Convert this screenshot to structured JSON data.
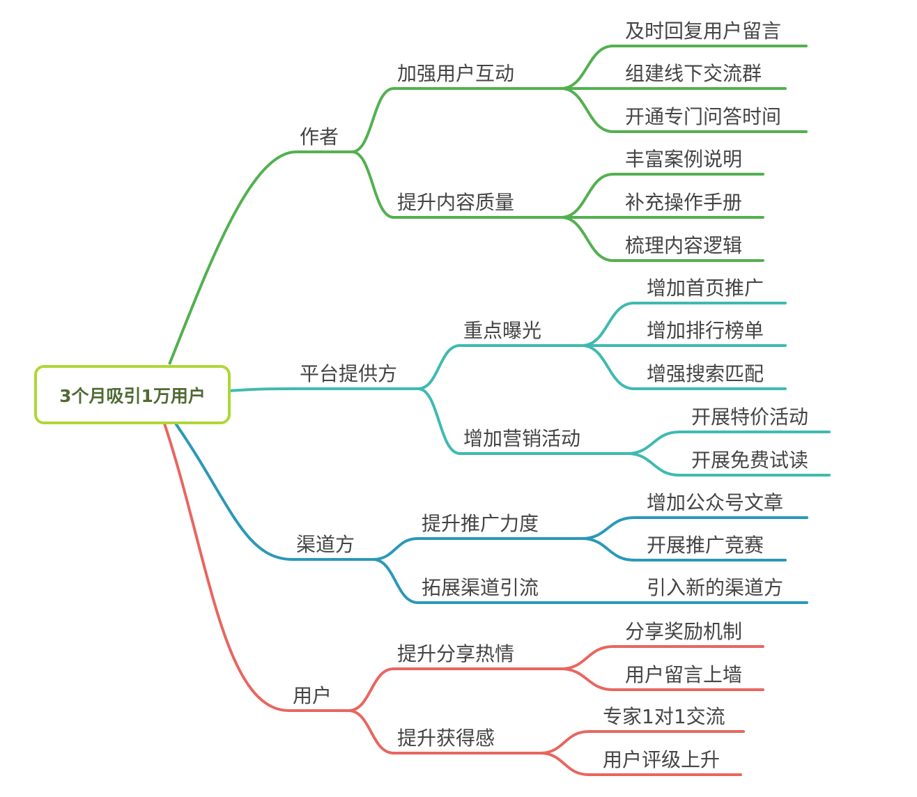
{
  "root": {
    "label": "3个月吸引1万用户",
    "color": "#aed636"
  },
  "branches": [
    {
      "label": "作者",
      "color": "#52b04f",
      "children": [
        {
          "label": "加强用户互动",
          "children": [
            "及时回复用户留言",
            "组建线下交流群",
            "开通专门问答时间"
          ]
        },
        {
          "label": "提升内容质量",
          "children": [
            "丰富案例说明",
            "补充操作手册",
            "梳理内容逻辑"
          ]
        }
      ]
    },
    {
      "label": "平台提供方",
      "color": "#3fbab0",
      "children": [
        {
          "label": "重点曝光",
          "children": [
            "增加首页推广",
            "增加排行榜单",
            "增强搜索匹配"
          ]
        },
        {
          "label": "增加营销活动",
          "children": [
            "开展特价活动",
            "开展免费试读"
          ]
        }
      ]
    },
    {
      "label": "渠道方",
      "color": "#2a98b8",
      "children": [
        {
          "label": "提升推广力度",
          "children": [
            "增加公众号文章",
            "开展推广竞赛"
          ]
        },
        {
          "label": "拓展渠道引流",
          "children": [
            "引入新的渠道方"
          ]
        }
      ]
    },
    {
      "label": "用户",
      "color": "#e8665f",
      "children": [
        {
          "label": "提升分享热情",
          "children": [
            "分享奖励机制",
            "用户留言上墙"
          ]
        },
        {
          "label": "提升获得感",
          "children": [
            "专家1对1交流",
            "用户评级上升"
          ]
        }
      ]
    }
  ]
}
